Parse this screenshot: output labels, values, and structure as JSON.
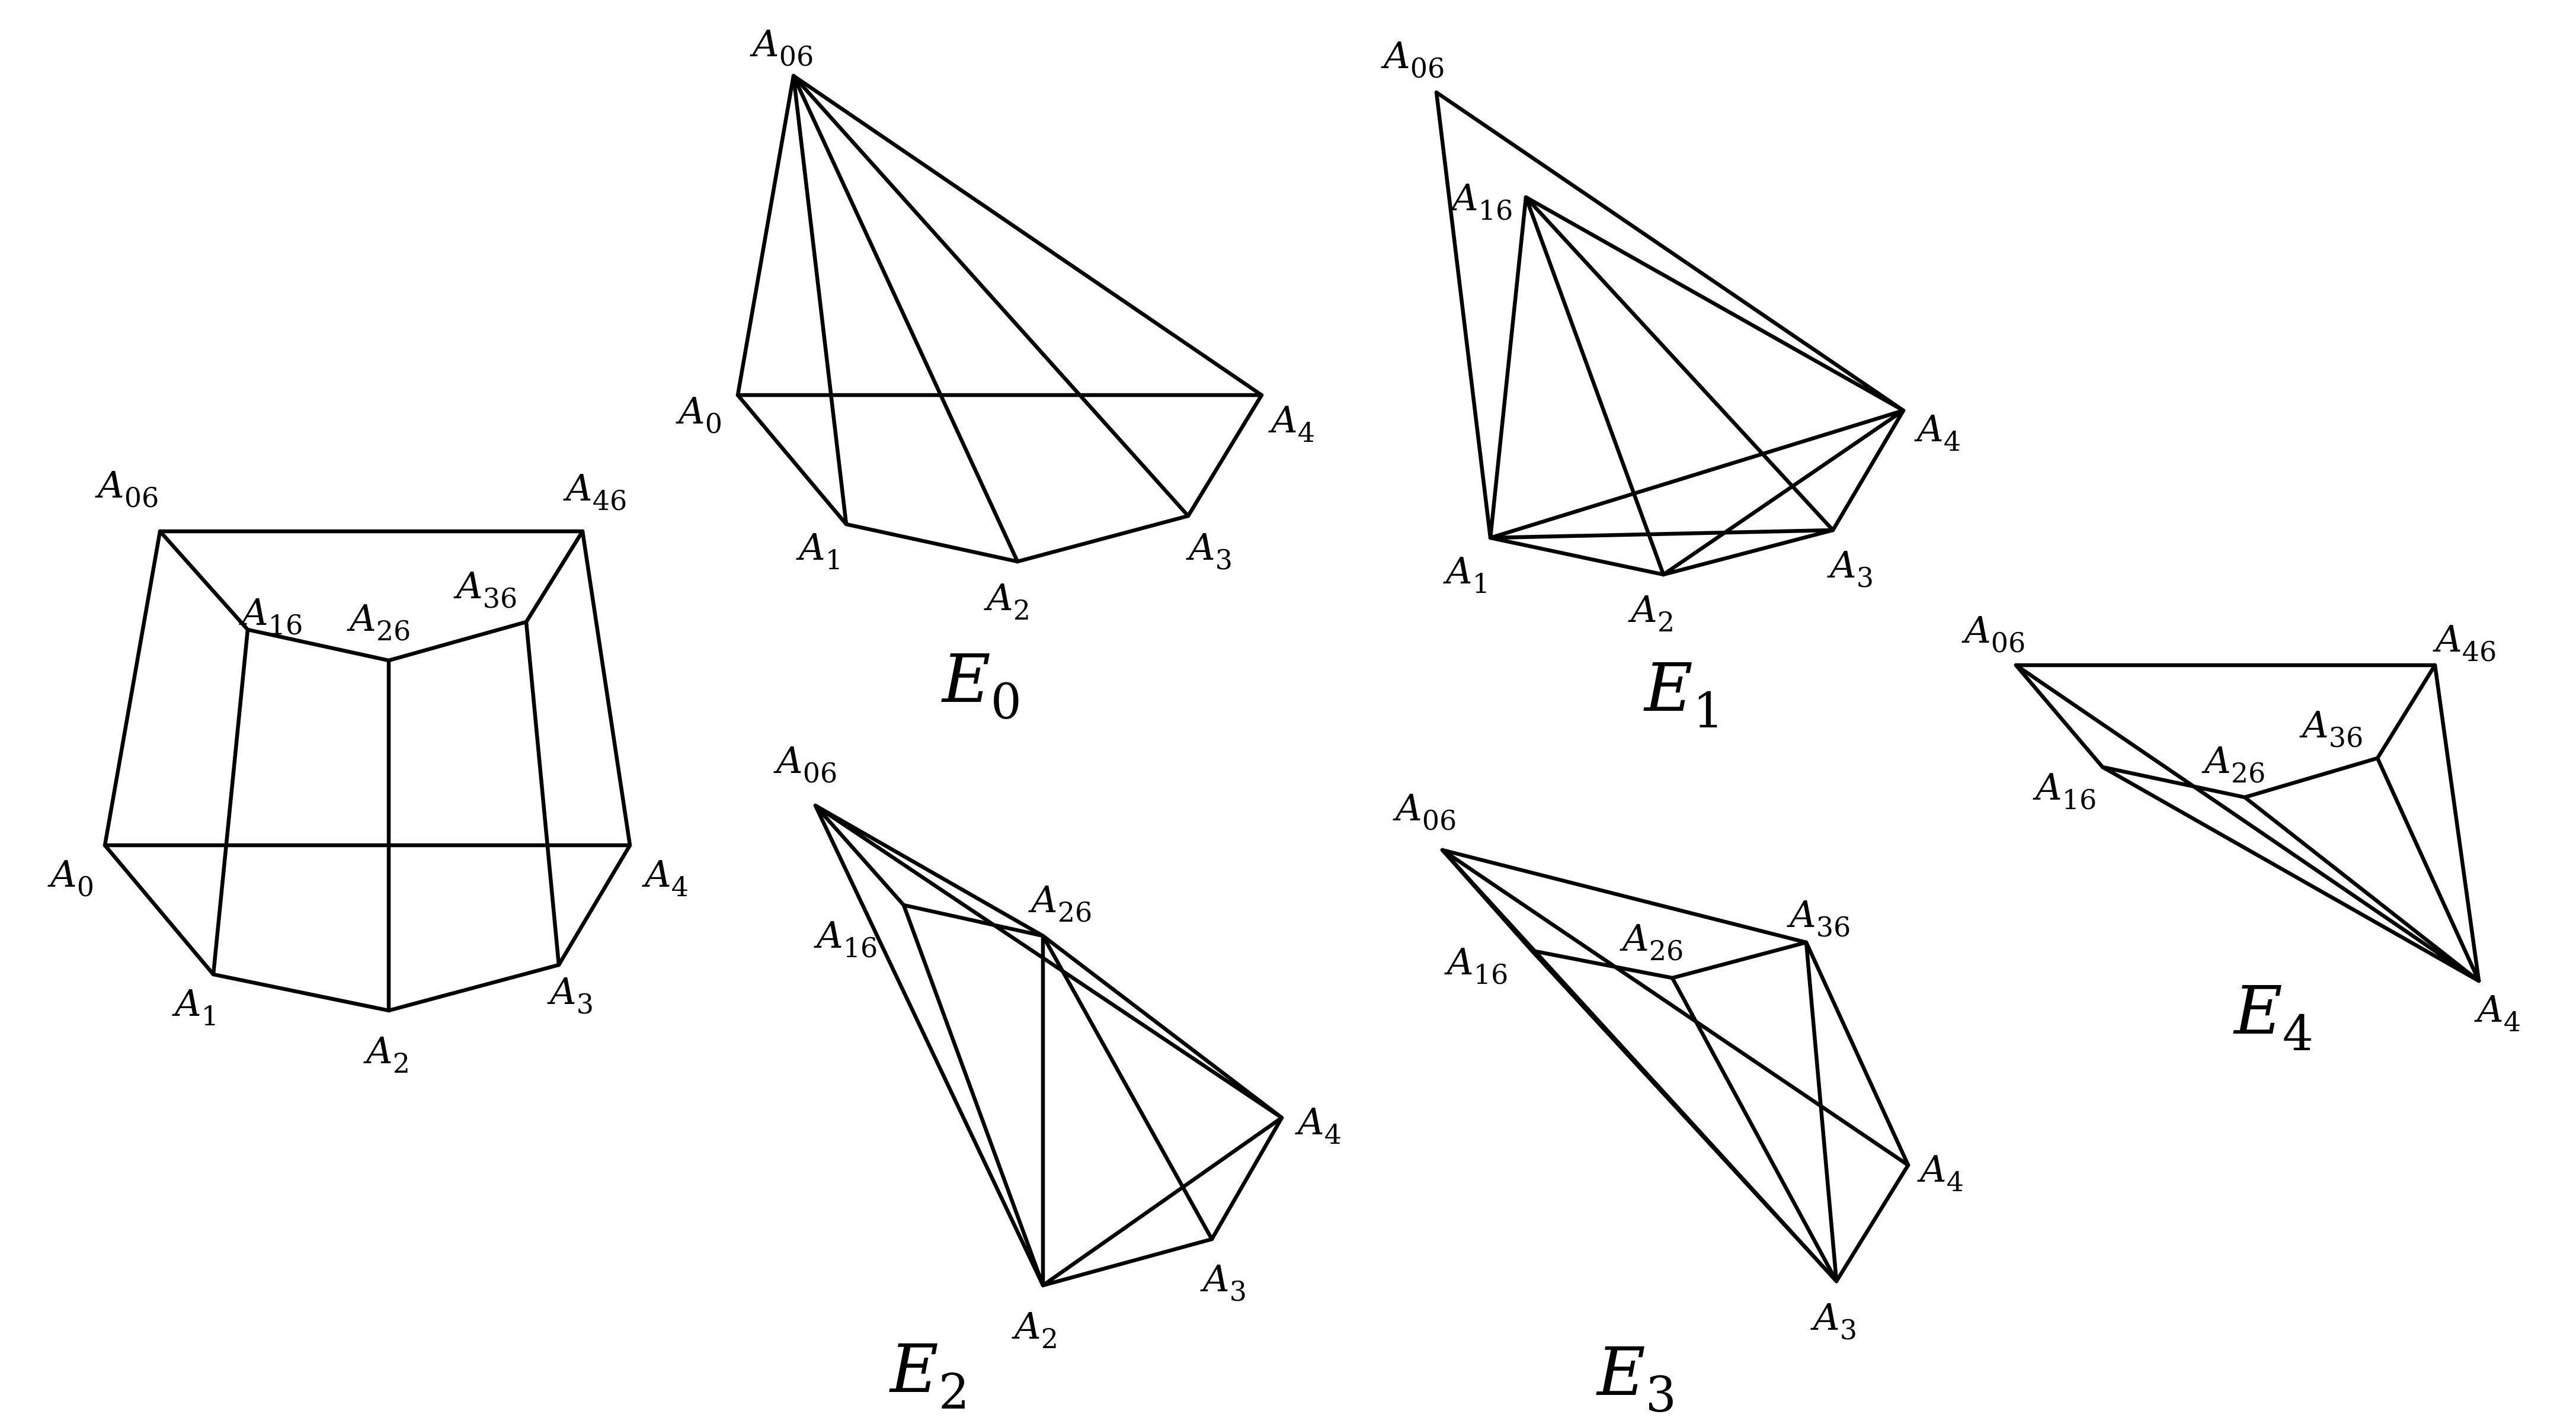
{
  "figures": [
    {
      "id": "full",
      "title": "",
      "title_sub": "",
      "vertices": {
        "A06": [
          "A",
          "06"
        ],
        "A46": [
          "A",
          "46"
        ],
        "A16": [
          "A",
          "16"
        ],
        "A26": [
          "A",
          "26"
        ],
        "A36": [
          "A",
          "36"
        ],
        "A0": [
          "A",
          "0"
        ],
        "A4": [
          "A",
          "4"
        ],
        "A1": [
          "A",
          "1"
        ],
        "A2": [
          "A",
          "2"
        ],
        "A3": [
          "A",
          "3"
        ]
      },
      "edges": [
        [
          "A06",
          "A46"
        ],
        [
          "A06",
          "A16"
        ],
        [
          "A06",
          "A0"
        ],
        [
          "A46",
          "A36"
        ],
        [
          "A46",
          "A4"
        ],
        [
          "A16",
          "A26"
        ],
        [
          "A26",
          "A36"
        ],
        [
          "A16",
          "A1"
        ],
        [
          "A26",
          "A2"
        ],
        [
          "A36",
          "A3"
        ],
        [
          "A0",
          "A4"
        ],
        [
          "A0",
          "A1"
        ],
        [
          "A1",
          "A2"
        ],
        [
          "A2",
          "A3"
        ],
        [
          "A3",
          "A4"
        ]
      ]
    },
    {
      "id": "E0",
      "title": "E",
      "title_sub": "0",
      "vertices": {
        "A06": [
          "A",
          "06"
        ],
        "A0": [
          "A",
          "0"
        ],
        "A4": [
          "A",
          "4"
        ],
        "A1": [
          "A",
          "1"
        ],
        "A2": [
          "A",
          "2"
        ],
        "A3": [
          "A",
          "3"
        ]
      },
      "edges": [
        [
          "A06",
          "A0"
        ],
        [
          "A06",
          "A4"
        ],
        [
          "A06",
          "A1"
        ],
        [
          "A06",
          "A2"
        ],
        [
          "A06",
          "A3"
        ],
        [
          "A0",
          "A4"
        ],
        [
          "A0",
          "A1"
        ],
        [
          "A1",
          "A2"
        ],
        [
          "A2",
          "A3"
        ],
        [
          "A3",
          "A4"
        ]
      ]
    },
    {
      "id": "E1",
      "title": "E",
      "title_sub": "1",
      "vertices": {
        "A06": [
          "A",
          "06"
        ],
        "A16": [
          "A",
          "16"
        ],
        "A4": [
          "A",
          "4"
        ],
        "A1": [
          "A",
          "1"
        ],
        "A2": [
          "A",
          "2"
        ],
        "A3": [
          "A",
          "3"
        ]
      },
      "edges": [
        [
          "A06",
          "A1"
        ],
        [
          "A06",
          "A4"
        ],
        [
          "A16",
          "A1"
        ],
        [
          "A16",
          "A4"
        ],
        [
          "A16",
          "A2"
        ],
        [
          "A16",
          "A3"
        ],
        [
          "A1",
          "A4"
        ],
        [
          "A1",
          "A3"
        ],
        [
          "A1",
          "A2"
        ],
        [
          "A2",
          "A3"
        ],
        [
          "A2",
          "A4"
        ],
        [
          "A3",
          "A4"
        ]
      ]
    },
    {
      "id": "E2",
      "title": "E",
      "title_sub": "2",
      "vertices": {
        "A06": [
          "A",
          "06"
        ],
        "A16": [
          "A",
          "16"
        ],
        "A26": [
          "A",
          "26"
        ],
        "A4": [
          "A",
          "4"
        ],
        "A3": [
          "A",
          "3"
        ],
        "A2": [
          "A",
          "2"
        ]
      },
      "edges": [
        [
          "A06",
          "A16"
        ],
        [
          "A06",
          "A26"
        ],
        [
          "A06",
          "A4"
        ],
        [
          "A06",
          "A2"
        ],
        [
          "A16",
          "A26"
        ],
        [
          "A16",
          "A2"
        ],
        [
          "A26",
          "A2"
        ],
        [
          "A26",
          "A4"
        ],
        [
          "A26",
          "A3"
        ],
        [
          "A4",
          "A3"
        ],
        [
          "A4",
          "A2"
        ],
        [
          "A2",
          "A3"
        ]
      ]
    },
    {
      "id": "E3",
      "title": "E",
      "title_sub": "3",
      "vertices": {
        "A06": [
          "A",
          "06"
        ],
        "A36": [
          "A",
          "36"
        ],
        "A16": [
          "A",
          "16"
        ],
        "A26": [
          "A",
          "26"
        ],
        "A4": [
          "A",
          "4"
        ],
        "A3": [
          "A",
          "3"
        ]
      },
      "edges": [
        [
          "A06",
          "A36"
        ],
        [
          "A06",
          "A16"
        ],
        [
          "A06",
          "A4"
        ],
        [
          "A06",
          "A3"
        ],
        [
          "A16",
          "A26"
        ],
        [
          "A16",
          "A3"
        ],
        [
          "A26",
          "A36"
        ],
        [
          "A26",
          "A3"
        ],
        [
          "A36",
          "A4"
        ],
        [
          "A36",
          "A3"
        ],
        [
          "A4",
          "A3"
        ]
      ]
    },
    {
      "id": "E4",
      "title": "E",
      "title_sub": "4",
      "vertices": {
        "A06": [
          "A",
          "06"
        ],
        "A46": [
          "A",
          "46"
        ],
        "A36": [
          "A",
          "36"
        ],
        "A26": [
          "A",
          "26"
        ],
        "A16": [
          "A",
          "16"
        ],
        "A4": [
          "A",
          "4"
        ]
      },
      "edges": [
        [
          "A06",
          "A46"
        ],
        [
          "A06",
          "A16"
        ],
        [
          "A06",
          "A4"
        ],
        [
          "A16",
          "A26"
        ],
        [
          "A16",
          "A4"
        ],
        [
          "A26",
          "A36"
        ],
        [
          "A26",
          "A4"
        ],
        [
          "A36",
          "A46"
        ],
        [
          "A36",
          "A4"
        ],
        [
          "A46",
          "A4"
        ]
      ]
    }
  ]
}
